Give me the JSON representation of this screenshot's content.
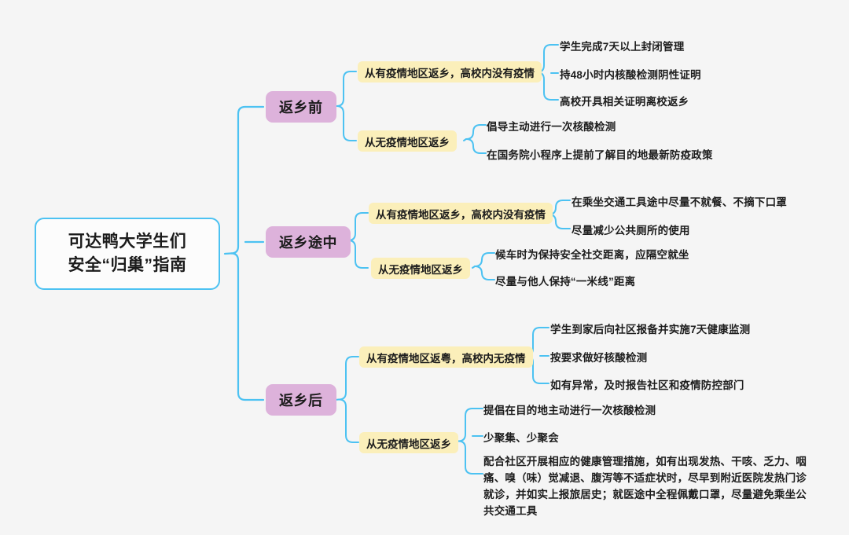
{
  "meta": {
    "background_color": "#f5f5f5",
    "connector_color": "#4cc2f2",
    "root_border_color": "#4cc2f2",
    "root_fill_color": "#fcfcfc",
    "branch_color": "#ddb2db",
    "subnode_color": "#fbefba",
    "text_color": "#1d1d1d"
  },
  "root": {
    "label": "可达鸭大学生们\n安全“归巢”指南"
  },
  "branches": [
    {
      "label": "返乡前",
      "subs": [
        {
          "label": "从有疫情地区返乡，高校内没有疫情",
          "leaves": [
            "学生完成7天以上封闭管理",
            "持48小时内核酸检测阴性证明",
            "高校开具相关证明离校返乡"
          ]
        },
        {
          "label": "从无疫情地区返乡",
          "leaves": [
            "倡导主动进行一次核酸检测",
            "在国务院小程序上提前了解目的地最新防疫政策"
          ]
        }
      ]
    },
    {
      "label": "返乡途中",
      "subs": [
        {
          "label": "从有疫情地区返乡，高校内没有疫情",
          "leaves": [
            "在乘坐交通工具途中尽量不就餐、不摘下口罩",
            "尽量减少公共厕所的使用"
          ]
        },
        {
          "label": "从无疫情地区返乡",
          "leaves": [
            "候车时为保持安全社交距离，应隔空就坐",
            "尽量与他人保持“一米线”距离"
          ]
        }
      ]
    },
    {
      "label": "返乡后",
      "subs": [
        {
          "label": "从有疫情地区返粤，高校内无疫情",
          "leaves": [
            "学生到家后向社区报备并实施7天健康监测",
            "按要求做好核酸检测",
            "如有异常，及时报告社区和疫情防控部门"
          ]
        },
        {
          "label": "从无疫情地区返乡",
          "leaves": [
            "提倡在目的地主动进行一次核酸检测",
            "少聚集、少聚会",
            "配合社区开展相应的健康管理措施，如有出现发热、干咳、乏力、咽痛、嗅（味）觉减退、腹泻等不适症状时，尽早到附近医院发热门诊就诊，并如实上报旅居史；就医途中全程佩戴口罩，尽量避免乘坐公共交通工具"
          ]
        }
      ]
    }
  ]
}
